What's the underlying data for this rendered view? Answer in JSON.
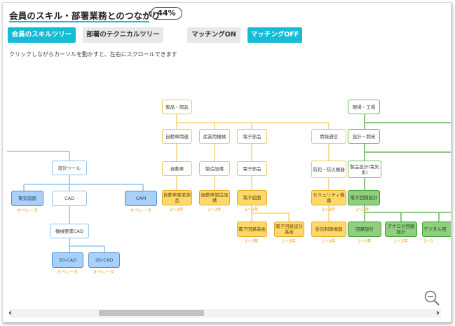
{
  "header": {
    "title": "会員のスキル・部署業務とのつながり",
    "progress": "44%"
  },
  "buttons": {
    "member_skill_tree": "会員のスキルツリー",
    "dept_technical_tree": "部署のテクニカルツリー",
    "matching_on": "マッチングON",
    "matching_off": "マッチングOFF"
  },
  "hint": "クリックしながらカーソルを動かすと、左右にスクロールできます",
  "tree": {
    "blue": {
      "design_tool": "設計ツール",
      "electric_cad": "電気図面",
      "cad": "CAD",
      "cam": "CAM",
      "mech_cad": "機械要素CAD",
      "cad3d": "3D-CAD",
      "cad2d": "2D-CAD",
      "operator": "オペレータ"
    },
    "yellow": {
      "products": "製品・部品",
      "auto_related": "自動車関連",
      "industrial_machine": "産業用機械",
      "electronic_parts": "電子部品",
      "info_comm": "情報通信",
      "automobile": "自動車",
      "manufacturing_equipment": "製造設備",
      "electronic_parts2": "電子部品",
      "crime_disaster": "防犯・防災機器",
      "auto_parts_design": "自動車要素部品",
      "auto_equipment_design": "自動車製造設備",
      "electronic_drawing": "電子図面",
      "security_device": "セキュリティ機器",
      "electronic_board": "電子回路基板",
      "electronic_board_design": "電子回路設計基板",
      "control_device": "受信制御機器",
      "years": "1～3年"
    },
    "green": {
      "site": "現場・工場",
      "design_dev": "設計・開発",
      "product_design_elec": "製品設計(電気系)",
      "electronic_circuit_design": "電子回路設計",
      "circuit_design": "回路設計",
      "analog_circuit_design": "アナログ回路設計",
      "digital_circuit": "デジタル回",
      "years": "1～3年",
      "years_cut": "1～3"
    }
  },
  "controls": {
    "zoom_out": "zoom-out-icon",
    "scroll_left": "◀",
    "scroll_right": "▶"
  },
  "colors": {
    "accent": "#14bcd6",
    "blue": "#4a8fd6",
    "yellow": "#f4c44f",
    "green": "#3e9a30"
  }
}
